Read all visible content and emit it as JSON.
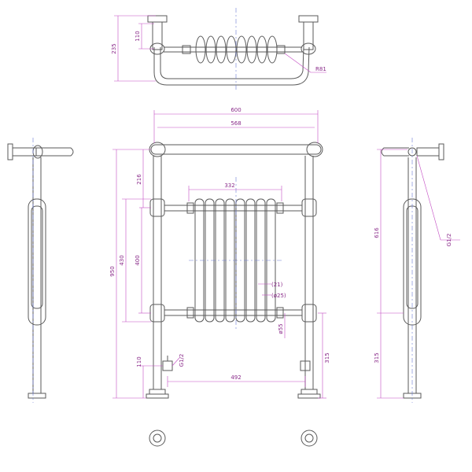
{
  "colors": {
    "outline": "#5a5a5a",
    "dimension": "#c34cc3",
    "dimension_text": "#8a2b8a",
    "centerline": "#6b7bd6",
    "background": "#ffffff"
  },
  "dimensions": {
    "overall_width": "600",
    "rail_centres": "568",
    "radiator_width": "332",
    "pipe_centres": "492",
    "overall_height": "950",
    "top_rail_drop": "216",
    "height_430": "430",
    "height_400": "400",
    "leg_height_left": "110",
    "valve_thread": "G1/2",
    "bracket_height": "315",
    "side_height": "616",
    "side_bracket": "315",
    "side_thread": "G1/2",
    "top_depth": "235",
    "top_offset": "110",
    "bend_radius": "R81",
    "label_21": "(21)",
    "label_25": "(ø25)",
    "label_55": "ø55"
  }
}
